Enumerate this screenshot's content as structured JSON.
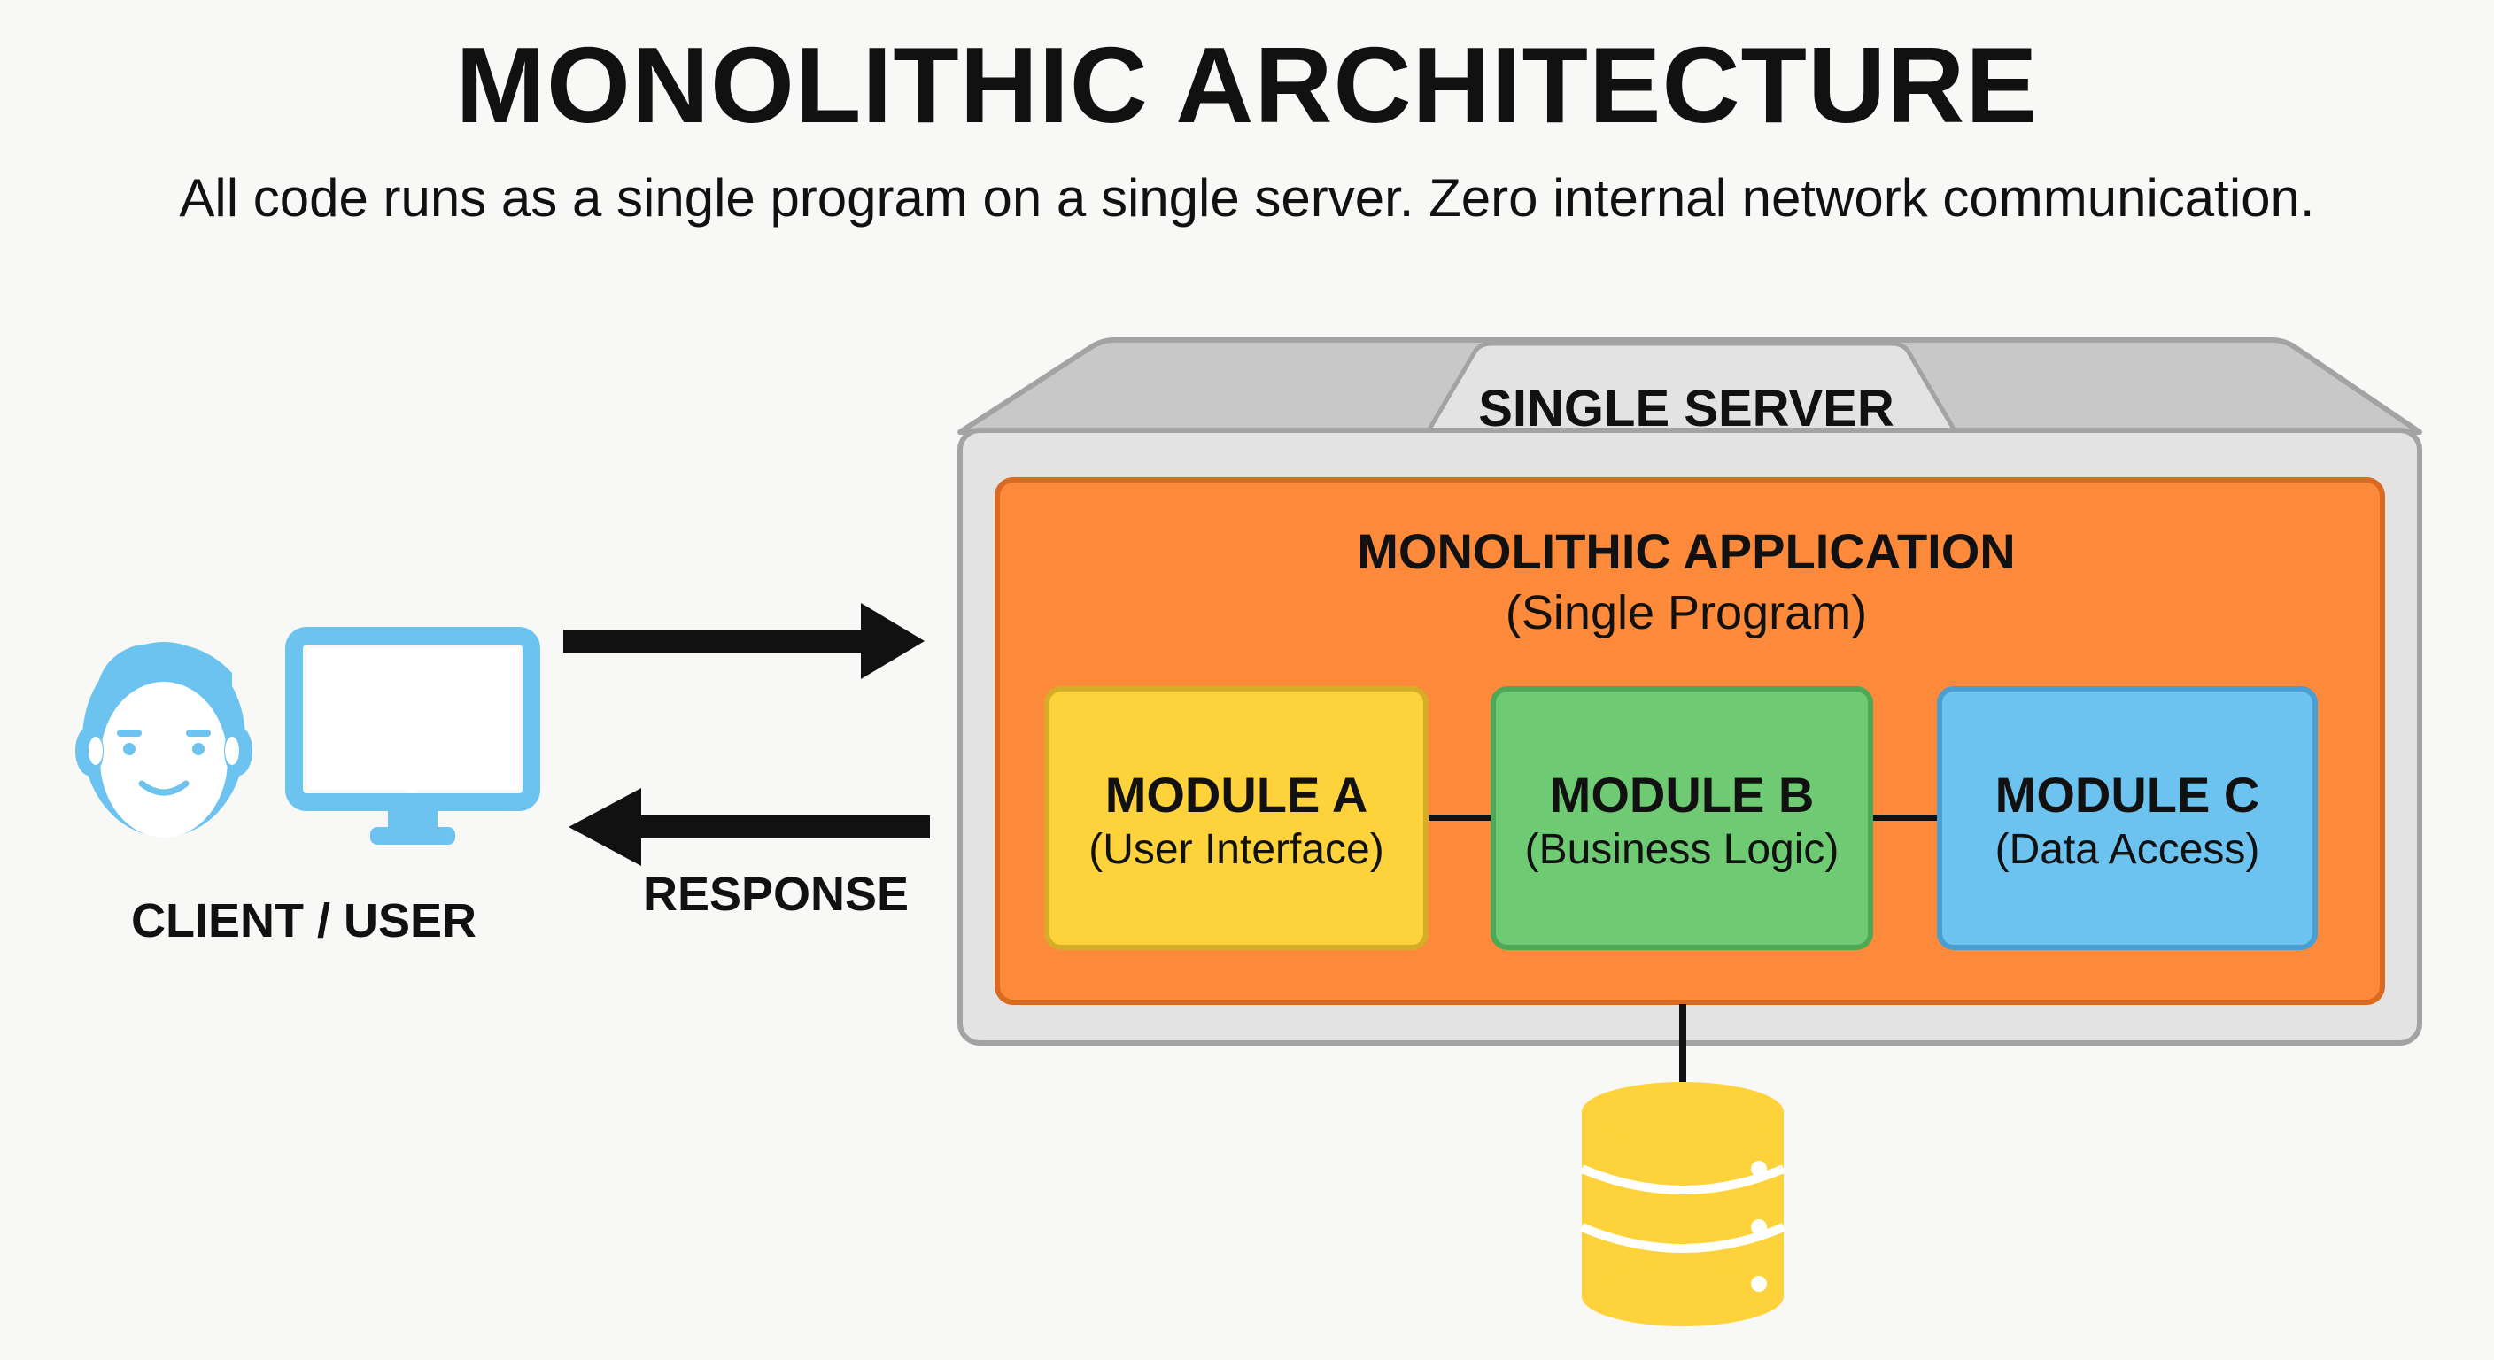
{
  "title": "MONOLITHIC ARCHITECTURE",
  "subtitle": "All code runs as a single program on a single server. Zero internal network communication.",
  "client": {
    "label": "CLIENT / USER"
  },
  "arrows": {
    "response_label": "RESPONSE"
  },
  "server": {
    "label": "SINGLE SERVER",
    "application": {
      "title": "MONOLITHIC APPLICATION",
      "subtitle": "(Single Program)",
      "modules": [
        {
          "name": "MODULE A",
          "description": "(User Interface)",
          "color": "#fdd23a"
        },
        {
          "name": "MODULE B",
          "description": "(Business Logic)",
          "color": "#6fcb73"
        },
        {
          "name": "MODULE C",
          "description": "(Data Access)",
          "color": "#6cc3ef"
        }
      ]
    }
  },
  "colors": {
    "application": "#fd8a3b",
    "server": "#e0e0e0",
    "client_icon": "#6cc3ef",
    "database": "#fdd23a"
  }
}
